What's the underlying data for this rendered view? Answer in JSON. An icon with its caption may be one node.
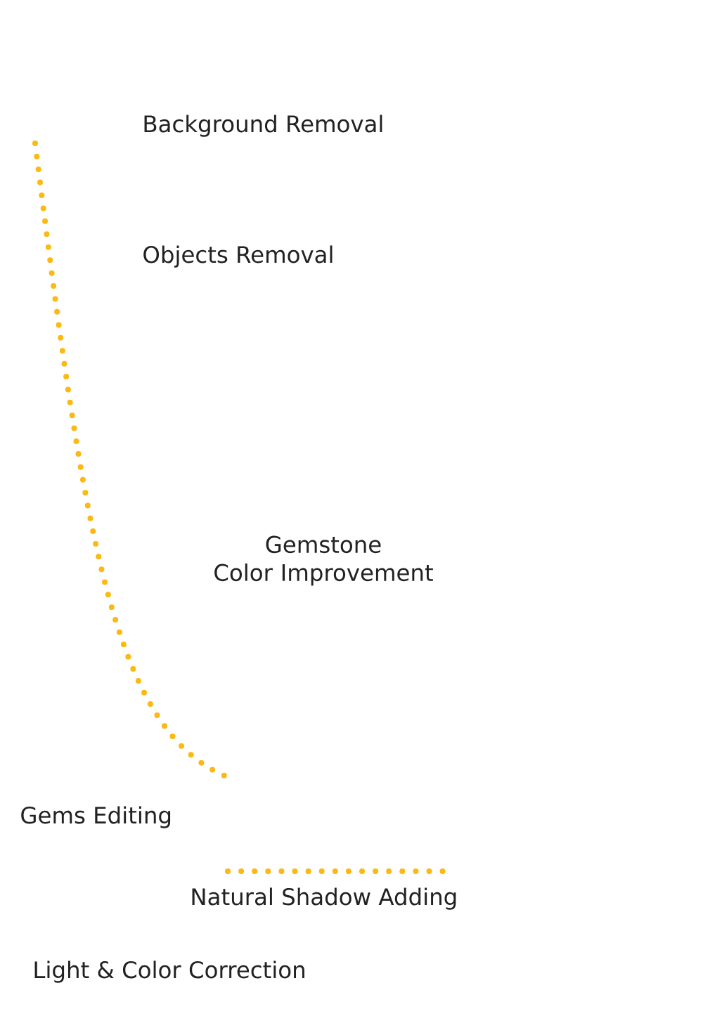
{
  "diagram": {
    "labels": [
      "Background Removal",
      "Objects Removal",
      "Gemstone Color Improvement",
      "Gems Editing",
      "Natural Shadow Adding",
      "Light & Color Correction"
    ]
  }
}
